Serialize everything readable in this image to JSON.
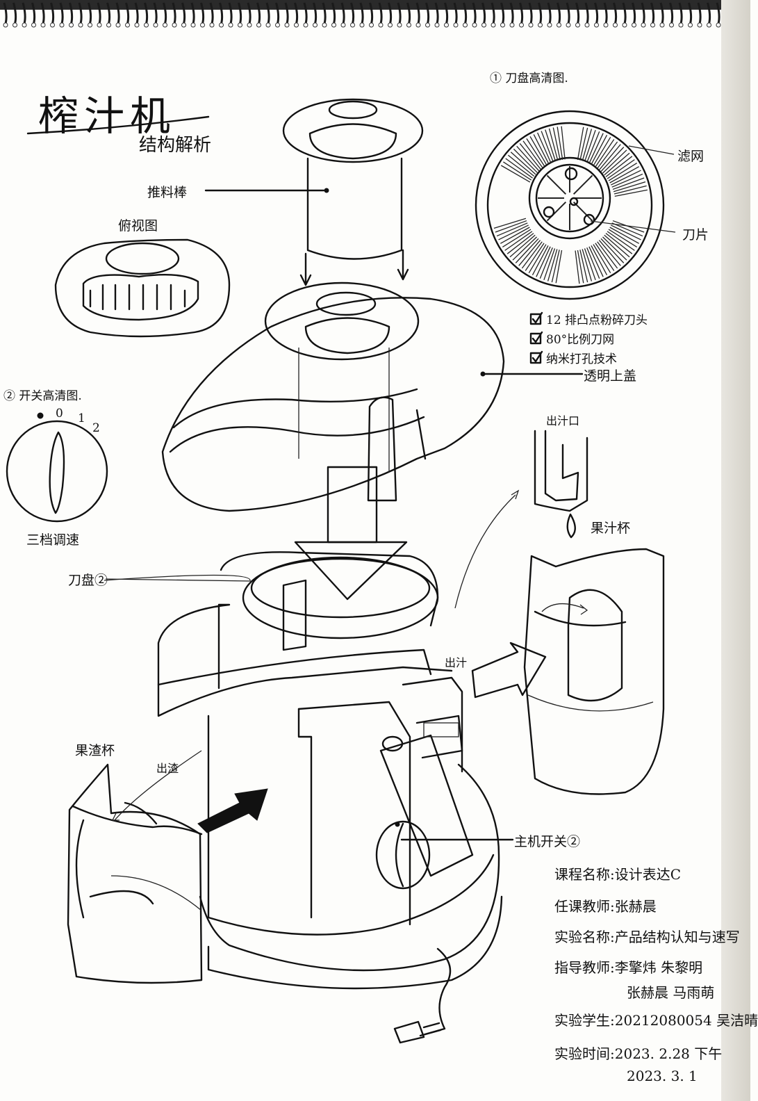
{
  "title": "榨汁机",
  "subtitle": "结构解析",
  "labels": {
    "pusher": "推料棒",
    "top_view": "俯视图",
    "blade_disc_detail": "① 刀盘高清图.",
    "filter": "滤网",
    "blade": "刀片",
    "features": [
      "12 排凸点粉碎刀头",
      "80°比例刀网",
      "纳米打孔技术"
    ],
    "lid": "透明上盖",
    "switch_detail": "② 开关高清图.",
    "switch_positions": [
      "0",
      "1",
      "2"
    ],
    "speed": "三档调速",
    "spout": "出汁口",
    "juice_cup": "果汁杯",
    "blade_disc": "刀盘②",
    "juice_out": "出汁",
    "pulp_cup": "果渣杯",
    "pulp_out": "出渣",
    "main_switch": "主机开关②"
  },
  "info": [
    {
      "key": "课程名称:",
      "value": "设计表达C"
    },
    {
      "key": "任课教师:",
      "value": "张赫晨"
    },
    {
      "key": "实验名称:",
      "value": "产品结构认知与速写"
    },
    {
      "key": "指导教师:",
      "value": "李擎炜  朱黎明"
    },
    {
      "key": "",
      "value": "张赫晨  马雨萌"
    },
    {
      "key": "实验学生:",
      "value": "20212080054  吴洁晴"
    },
    {
      "key": "实验时间:",
      "value": "2023. 2.28 下午"
    },
    {
      "key": "",
      "value": "2023. 3. 1"
    }
  ],
  "colors": {
    "ink": "#111111",
    "paper": "#fdfdfb",
    "edge": "#d8d5cc"
  }
}
